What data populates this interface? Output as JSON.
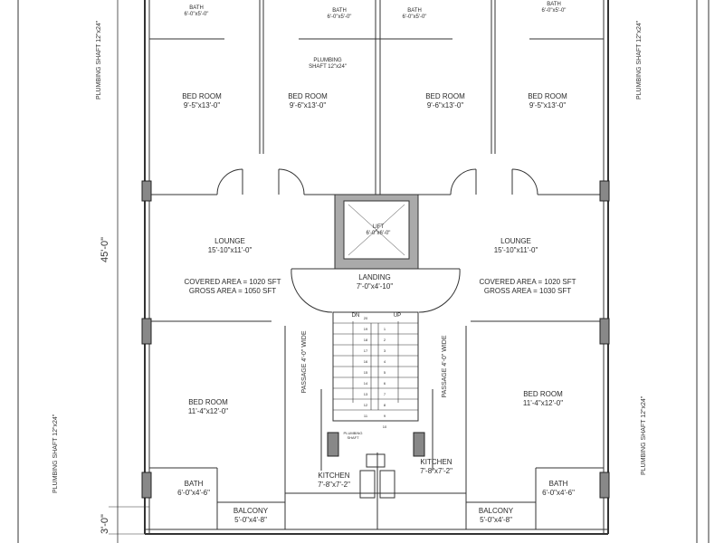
{
  "rooms": {
    "bath_top_1": {
      "name": "BATH",
      "size": "6'-0\"x5'-0\""
    },
    "bath_top_2": {
      "name": "BATH",
      "size": "6'-0\"x5'-0\""
    },
    "bath_top_3": {
      "name": "BATH",
      "size": "6'-0\"x5'-0\""
    },
    "bath_top_4": {
      "name": "BATH",
      "size": "6'-0\"x5'-0\""
    },
    "bedroom_top_1": {
      "name": "BED ROOM",
      "size": "9'-5\"x13'-0\""
    },
    "bedroom_top_2": {
      "name": "BED ROOM",
      "size": "9'-6\"x13'-0\""
    },
    "bedroom_top_3": {
      "name": "BED ROOM",
      "size": "9'-6\"x13'-0\""
    },
    "bedroom_top_4": {
      "name": "BED ROOM",
      "size": "9'-5\"x13'-0\""
    },
    "lounge_left": {
      "name": "LOUNGE",
      "size": "15'-10\"x11'-0\""
    },
    "lounge_right": {
      "name": "LOUNGE",
      "size": "15'-10\"x11'-0\""
    },
    "lift": {
      "name": "LIFT",
      "size": "6'-0\"x6'-0\""
    },
    "landing": {
      "name": "LANDING",
      "size": "7'-0\"x4'-10\""
    },
    "bedroom_bottom_left": {
      "name": "BED ROOM",
      "size": "11'-4\"x12'-0\""
    },
    "bedroom_bottom_right": {
      "name": "BED ROOM",
      "size": "11'-4\"x12'-0\""
    },
    "kitchen_left": {
      "name": "KITCHEN",
      "size": "7'-8\"x7'-2\""
    },
    "kitchen_right": {
      "name": "KITCHEN",
      "size": "7'-8\"x7'-2\""
    },
    "bath_bottom_left": {
      "name": "BATH",
      "size": "6'-0\"x4'-6\""
    },
    "bath_bottom_right": {
      "name": "BATH",
      "size": "6'-0\"x4'-6\""
    },
    "balcony_left": {
      "name": "BALCONY",
      "size": "5'-0\"x4'-8\""
    },
    "balcony_right": {
      "name": "BALCONY",
      "size": "5'-0\"x4'-8\""
    }
  },
  "areas": {
    "left": {
      "covered": "COVERED AREA = 1020 SFT",
      "gross": "GROSS AREA = 1050 SFT"
    },
    "right": {
      "covered": "COVERED AREA = 1020 SFT",
      "gross": "GROSS AREA = 1030 SFT"
    }
  },
  "annotations": {
    "plumbing_shaft_top_center": [
      "PLUMBING",
      "SHAFT 12\"x24\""
    ],
    "plumbing_shaft_left_top": "PLUMBING SHAFT 12\"x24\"",
    "plumbing_shaft_right_top": "PLUMBING SHAFT 12\"x24\"",
    "plumbing_shaft_left_bottom": "PLUMBING SHAFT 12\"x24\"",
    "plumbing_shaft_right_bottom": "PLUMBING SHAFT 12\"x24\"",
    "plumbing_shaft_stair": [
      "PLUMBING",
      "SHAFT"
    ],
    "passage_left": "PASSAGE 4'-0\" WIDE",
    "passage_right": "PASSAGE 4'-0\" WIDE",
    "stair_dn": "DN",
    "stair_up": "UP"
  },
  "dimensions": {
    "overall_depth": "45'-0\"",
    "balcony_depth": "3'-0\""
  },
  "stairs": {
    "left_numbers": [
      "20",
      "19",
      "18",
      "17",
      "16",
      "15",
      "14",
      "13",
      "12",
      "11"
    ],
    "right_numbers": [
      "1",
      "2",
      "3",
      "4",
      "5",
      "6",
      "7",
      "8",
      "9",
      "10"
    ]
  }
}
